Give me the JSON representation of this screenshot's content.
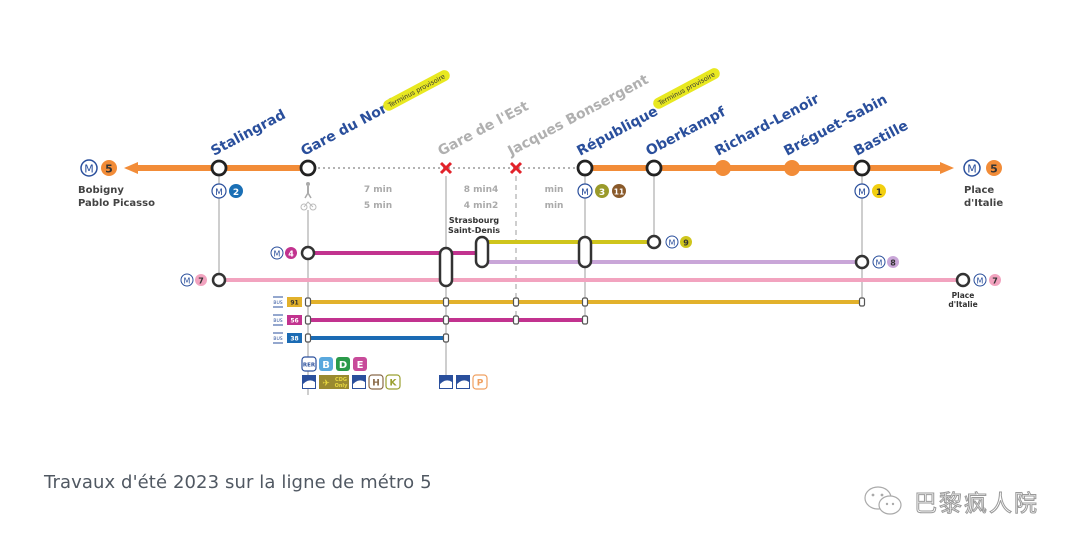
{
  "line": {
    "number": "5",
    "color": "#f28c38",
    "terminus_left": {
      "line1": "Bobigny",
      "line2": "Pablo Picasso"
    },
    "terminus_right": {
      "line1": "Place",
      "line2": "d'Italie"
    }
  },
  "stations": [
    {
      "name": "Stalingrad",
      "status": "open",
      "connections": [
        "M",
        "2"
      ]
    },
    {
      "name": "Gare du Nord",
      "status": "open",
      "badge": "Terminus provisoire"
    },
    {
      "name": "Gare de l'Est",
      "status": "closed"
    },
    {
      "name": "Jacques Bonsergent",
      "status": "closed"
    },
    {
      "name": "République",
      "status": "open",
      "badge": "Terminus provisoire",
      "connections": [
        "M",
        "3",
        "11"
      ]
    },
    {
      "name": "Oberkampf",
      "status": "open"
    },
    {
      "name": "Richard-Lenoir",
      "status": "through"
    },
    {
      "name": "Bréguet–Sabin",
      "status": "through"
    },
    {
      "name": "Bastille",
      "status": "open",
      "connections": [
        "M",
        "1"
      ]
    }
  ],
  "travel_times": {
    "walk": [
      "7 min",
      "8 min4",
      "min"
    ],
    "bike": [
      "5 min",
      "4 min2",
      "min"
    ]
  },
  "alt_metro": [
    {
      "line": "4",
      "color": "#c2338f"
    },
    {
      "line": "7",
      "color": "#f2a3bf",
      "end_label_line1": "Place",
      "end_label_line2": "d'Italie"
    },
    {
      "line": "8",
      "color": "#c9a6d8"
    },
    {
      "line": "9",
      "color": "#cfc51c"
    }
  ],
  "interchange_label": {
    "line1": "Strasbourg",
    "line2": "Saint-Denis"
  },
  "bus_lines": [
    {
      "mode": "BUS",
      "number": "91",
      "color": "#e2b12b"
    },
    {
      "mode": "BUS",
      "number": "56",
      "color": "#c2338f"
    },
    {
      "mode": "BUS",
      "number": "38",
      "color": "#1b6bb4"
    }
  ],
  "rer": {
    "label": "RER",
    "lines": [
      {
        "name": "B",
        "color": "#5aa8dd"
      },
      {
        "name": "D",
        "color": "#2a9a4a"
      },
      {
        "name": "E",
        "color": "#c84b9a"
      }
    ]
  },
  "gare_du_nord_services": [
    "train-icon",
    "CDG Only",
    "train-icon",
    "H",
    "K"
  ],
  "cdg_label": {
    "line1": "CDG",
    "line2": "Only"
  },
  "transilien": {
    "H": "H",
    "K": "K"
  },
  "gare_de_lest_services": [
    "train-icon",
    "train-icon",
    "P"
  ],
  "transilien_p": "P",
  "caption": "Travaux d'été 2023 sur la ligne de métro 5",
  "watermark": "巴黎疯人院",
  "colors": {
    "station_name": "#2a4f9c",
    "closed_name": "#b0b0b0",
    "closed_mark": "#e2222a",
    "metro_m": "#2a4f9c",
    "line2": "#1a6fb5",
    "line3": "#9a9a2a",
    "line11": "#8a5a2a",
    "line1": "#f2cf10",
    "badge_bg": "#e8e820"
  }
}
